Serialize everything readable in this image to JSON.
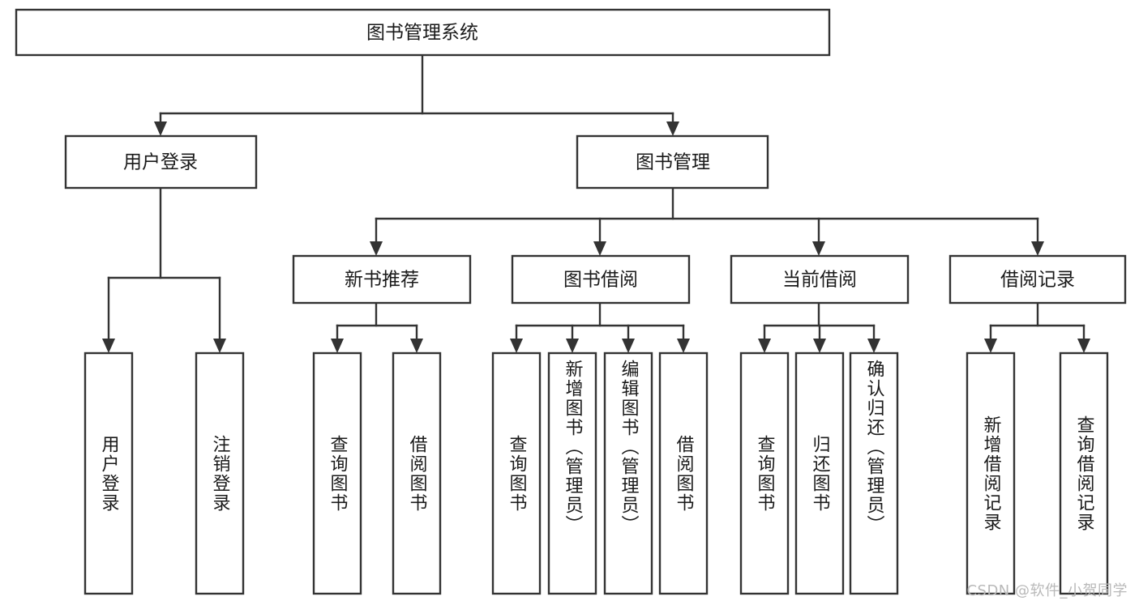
{
  "diagram": {
    "title": "图书管理系统",
    "type": "tree",
    "watermark": "CSDN @软件_小贺同学",
    "colors": {
      "stroke": "#333333",
      "fill": "#ffffff",
      "text": "#1a1a1a",
      "watermark": "#b9b9b9"
    },
    "root": {
      "id": "root",
      "label": "图书管理系统"
    },
    "level2": [
      {
        "id": "user-login",
        "label": "用户登录"
      },
      {
        "id": "book-manage",
        "label": "图书管理"
      }
    ],
    "level3": [
      {
        "id": "new-book-recommend",
        "label": "新书推荐",
        "parent": "book-manage"
      },
      {
        "id": "book-borrow",
        "label": "图书借阅",
        "parent": "book-manage"
      },
      {
        "id": "current-borrow",
        "label": "当前借阅",
        "parent": "book-manage"
      },
      {
        "id": "borrow-record",
        "label": "借阅记录",
        "parent": "book-manage"
      }
    ],
    "leaves": {
      "user-login": [
        {
          "id": "leaf-user-login",
          "label": "用户登录"
        },
        {
          "id": "leaf-user-logout",
          "label": "注销登录"
        }
      ],
      "new-book-recommend": [
        {
          "id": "leaf-query-book-1",
          "label": "查询图书"
        },
        {
          "id": "leaf-borrow-book-1",
          "label": "借阅图书"
        }
      ],
      "book-borrow": [
        {
          "id": "leaf-query-book-2",
          "label": "查询图书"
        },
        {
          "id": "leaf-add-book",
          "label": "新增图书（管理员）"
        },
        {
          "id": "leaf-edit-book",
          "label": "编辑图书（管理员）"
        },
        {
          "id": "leaf-borrow-book-2",
          "label": "借阅图书"
        }
      ],
      "current-borrow": [
        {
          "id": "leaf-query-book-3",
          "label": "查询图书"
        },
        {
          "id": "leaf-return-book",
          "label": "归还图书"
        },
        {
          "id": "leaf-confirm-return",
          "label": "确认归还（管理员）"
        }
      ],
      "borrow-record": [
        {
          "id": "leaf-add-record",
          "label": "新增借阅记录"
        },
        {
          "id": "leaf-query-record",
          "label": "查询借阅记录"
        }
      ]
    }
  }
}
